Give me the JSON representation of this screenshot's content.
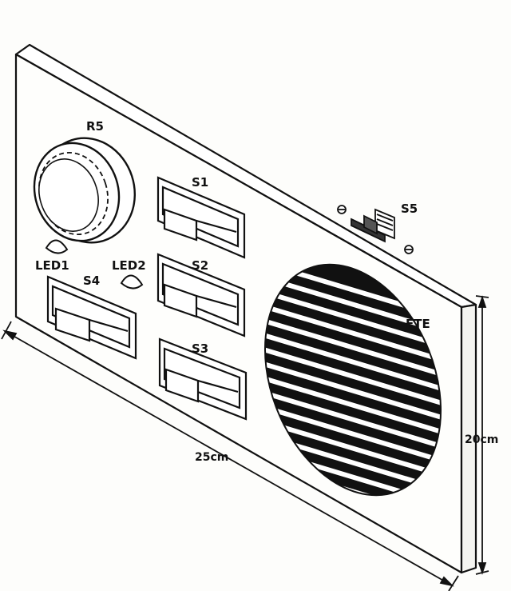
{
  "labels": {
    "r5": "R5",
    "s1": "S1",
    "s2": "S2",
    "s3": "S3",
    "s4": "S4",
    "s5": "S5",
    "led1": "LED1",
    "led2": "LED2",
    "fte": "FTE"
  },
  "dimensions": {
    "width": "25cm",
    "height": "20cm"
  }
}
